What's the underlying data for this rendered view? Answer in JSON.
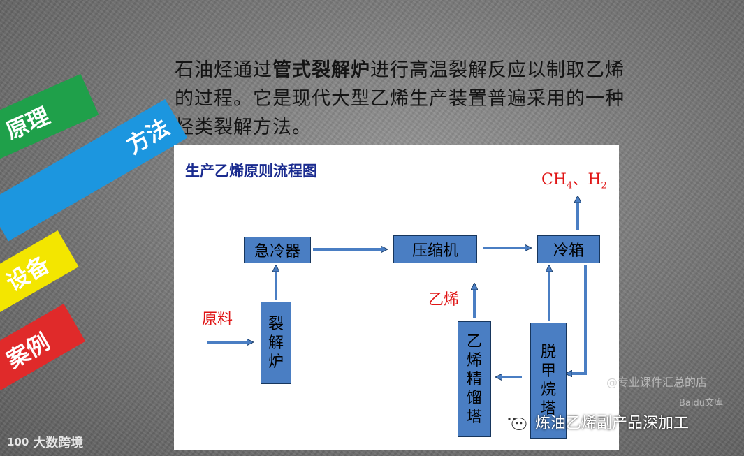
{
  "intro": {
    "part1": "石油烃通过",
    "bold": "管式裂解炉",
    "part2": "进行高温裂解反应以制取乙烯的过程。它是现代大型乙烯生产装置普遍采用的一种烃类裂解方法。"
  },
  "tags": {
    "principle": "原理",
    "method": "方法",
    "equipment": "设备",
    "case": "案例"
  },
  "diagram": {
    "title": "生产乙烯原则流程图",
    "boxes": {
      "quench": "急冷器",
      "compressor": "压缩机",
      "cold_box": "冷箱",
      "furnace": [
        "裂",
        "解",
        "炉"
      ],
      "ethylene_tower": [
        "乙",
        "烯",
        "精",
        "馏",
        "塔"
      ],
      "demethanizer": [
        "脱",
        "甲",
        "烷",
        "塔"
      ]
    },
    "labels": {
      "feed": "原料",
      "ethylene": "乙烯",
      "gas_prefix": "CH",
      "gas_sub1": "4",
      "gas_mid": "、H",
      "gas_sub2": "2"
    },
    "colors": {
      "box_fill": "#4a7ec3",
      "box_border": "#17365d",
      "title_color": "#1a2b8f",
      "label_red": "#e01515"
    }
  },
  "watermarks": {
    "line1": "@专业课件汇总的店",
    "line2": "Baidu文库"
  },
  "wechat": {
    "icon": "wechat-icon",
    "text": "炼油乙烯副产品深加工"
  },
  "bottom_logo": {
    "mark": "100",
    "text": "大数跨境"
  }
}
